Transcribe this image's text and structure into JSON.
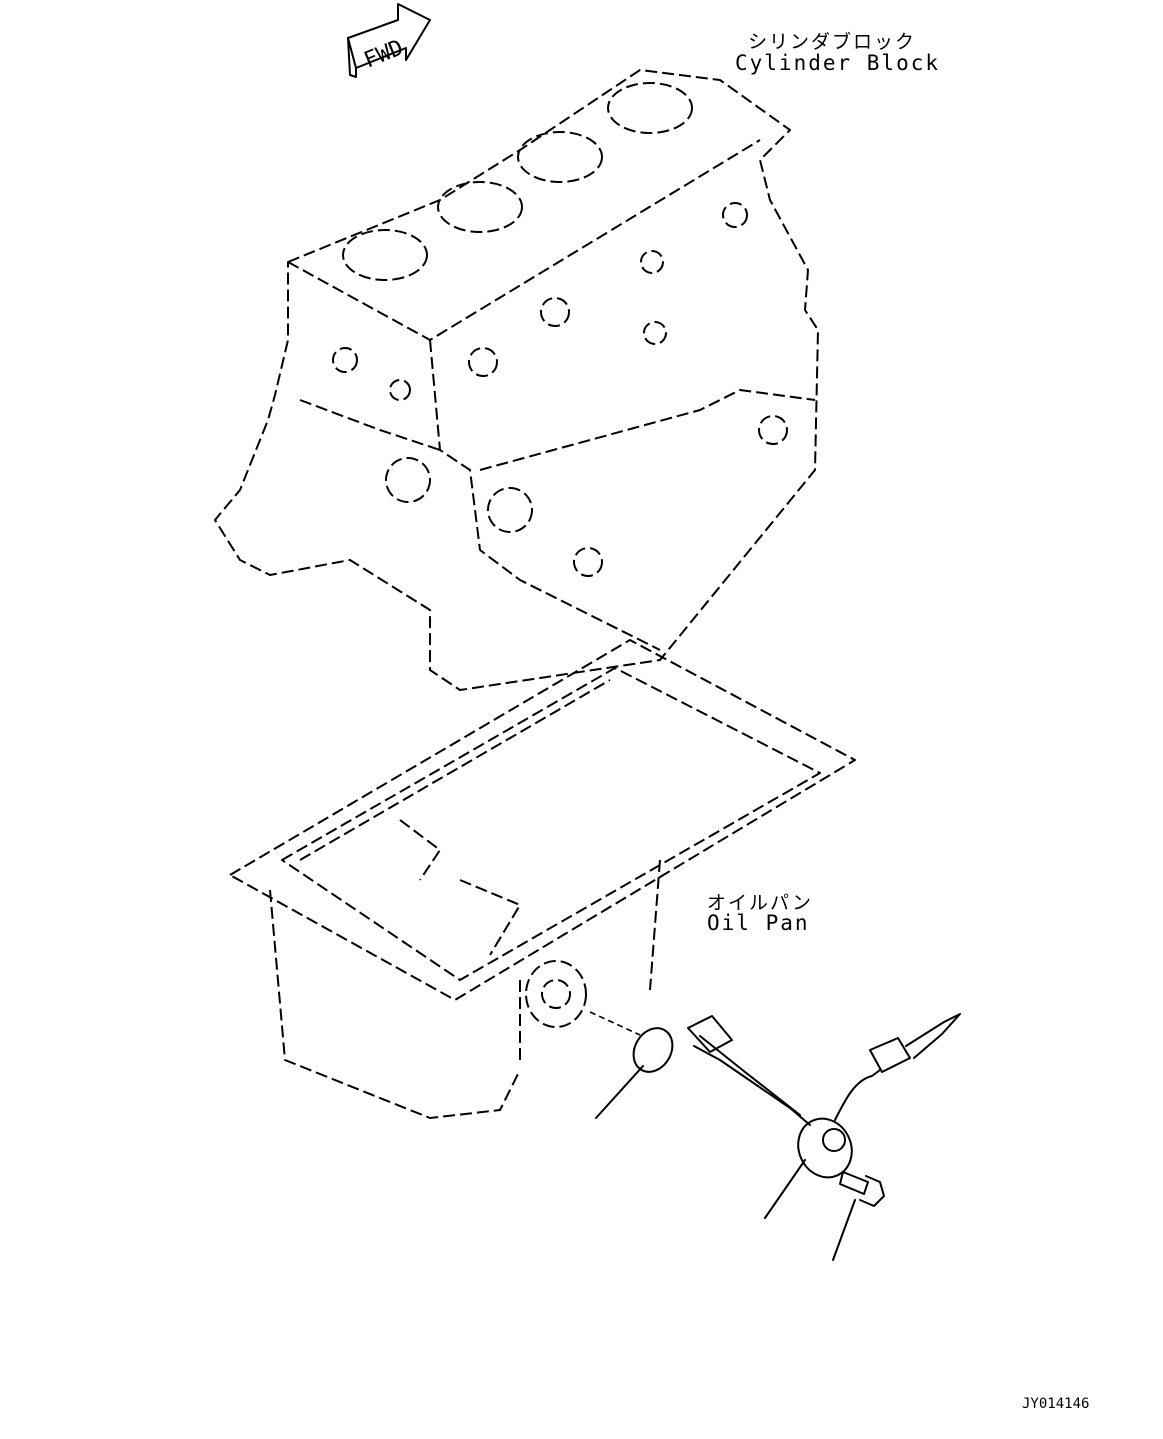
{
  "labels": {
    "cylinder_block_jp": "シリンダブロック",
    "cylinder_block_en": "Cylinder Block",
    "oil_pan_jp": "オイルパン",
    "oil_pan_en": "Oil Pan",
    "fwd": "FWD",
    "drawing_code": "JY014146"
  }
}
